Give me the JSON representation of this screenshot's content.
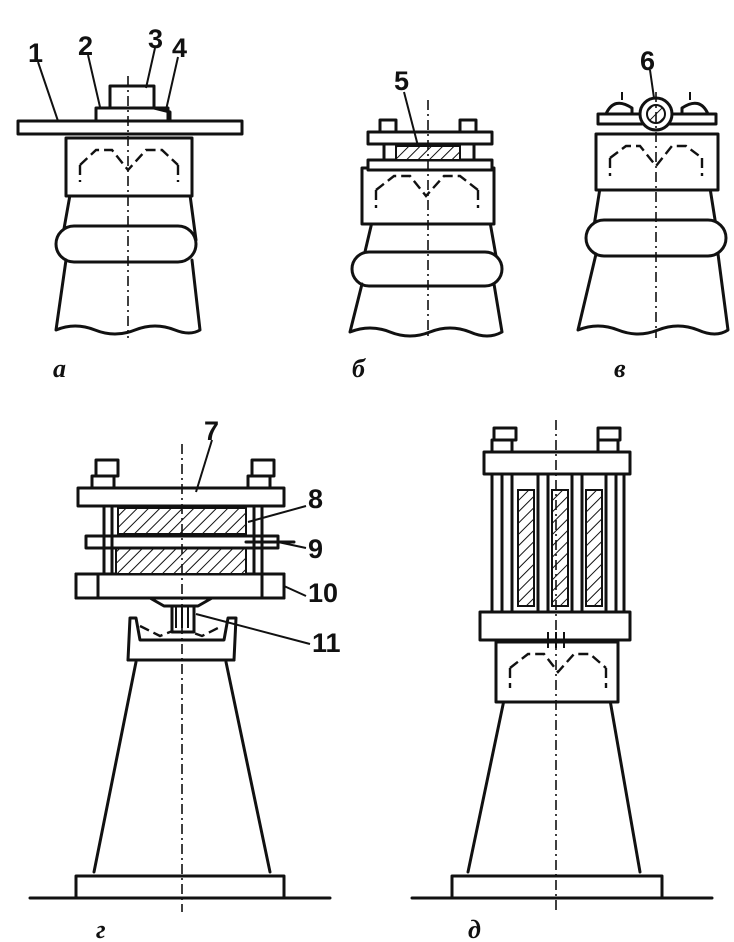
{
  "labels": {
    "n1": "1",
    "n2": "2",
    "n3": "3",
    "n4": "4",
    "n5": "5",
    "n6": "6",
    "n7": "7",
    "n8": "8",
    "n9": "9",
    "n10": "10",
    "n11": "11"
  },
  "captions": {
    "a": "а",
    "b": "б",
    "v": "в",
    "g": "г",
    "d": "д"
  }
}
